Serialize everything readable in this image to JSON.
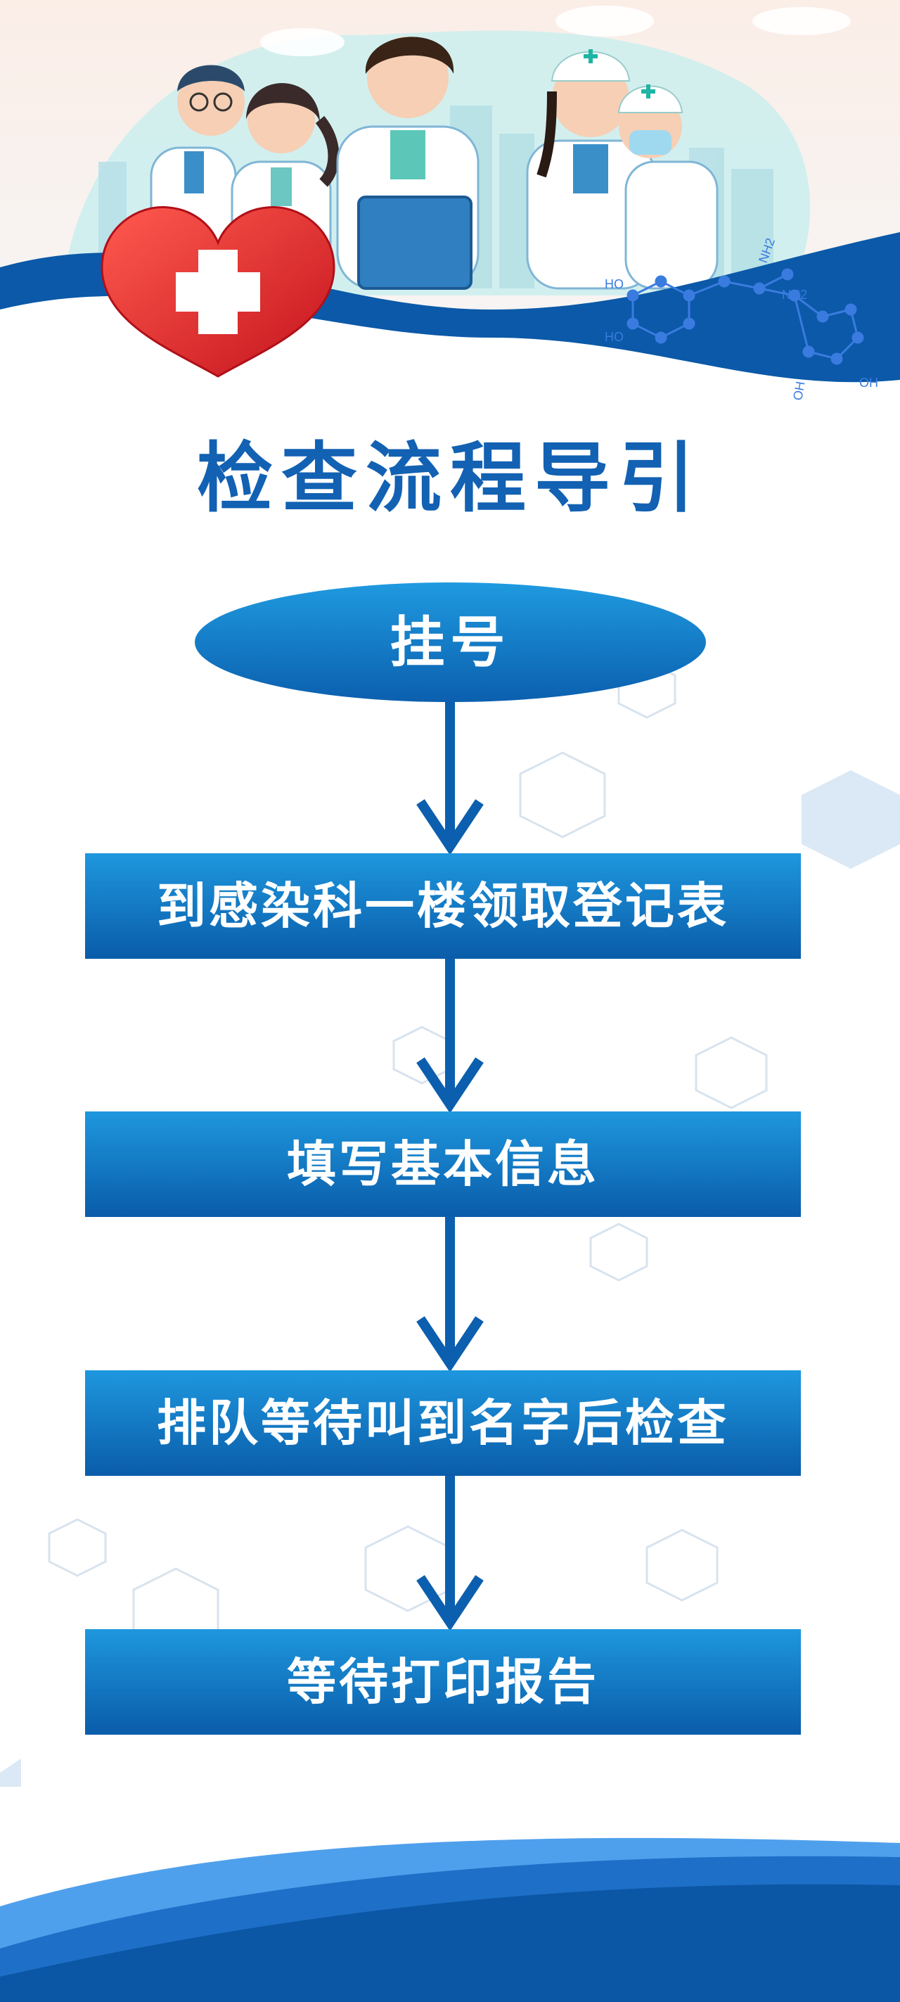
{
  "title": "检查流程导引",
  "start": "挂号",
  "steps": [
    "到感染科一楼领取登记表",
    "填写基本信息",
    "排队等待叫到名字后检查",
    "等待打印报告"
  ],
  "header": {
    "molecule_labels": [
      "HO",
      "HO",
      "NH2",
      "NH2",
      "OH",
      "OH"
    ]
  },
  "colors": {
    "primary": "#1261b3",
    "accent": "#1e97de",
    "heart": "#e0262a"
  }
}
